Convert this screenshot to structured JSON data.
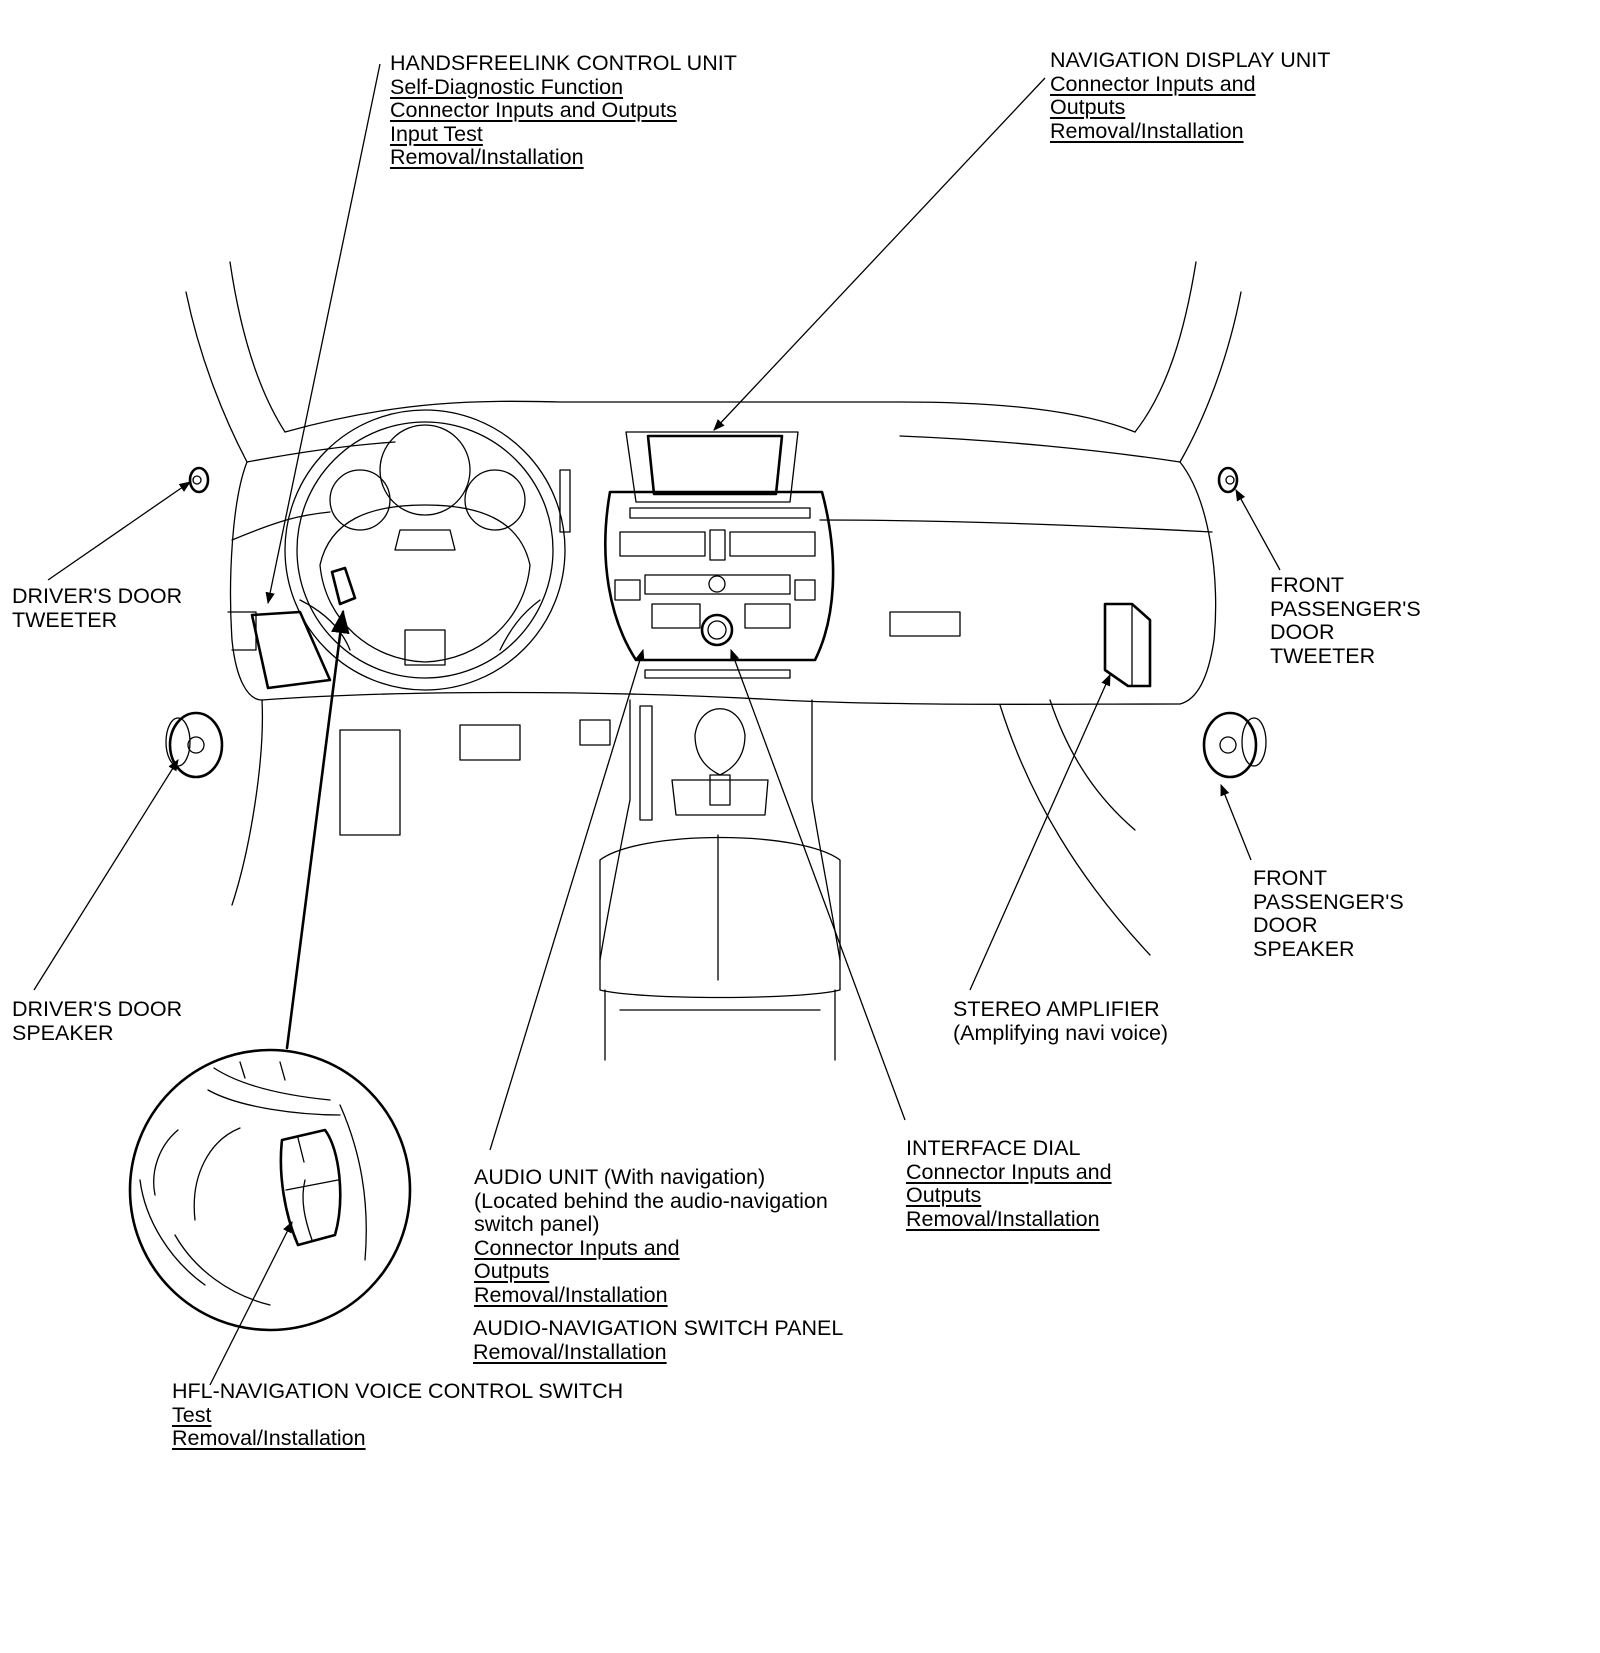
{
  "callouts": {
    "hfl_control_unit": {
      "title": "HANDSFREELINK CONTROL UNIT",
      "links": [
        "Self-Diagnostic Function",
        "Connector Inputs and Outputs",
        "Input Test",
        "Removal/Installation"
      ]
    },
    "nav_display_unit": {
      "title": "NAVIGATION DISPLAY UNIT",
      "links": [
        "Connector Inputs and",
        "Outputs",
        "Removal/Installation"
      ]
    },
    "drivers_door_tweeter": {
      "lines": [
        "DRIVER'S DOOR",
        "TWEETER"
      ]
    },
    "front_pass_door_tweeter": {
      "lines": [
        "FRONT",
        "PASSENGER'S",
        "DOOR",
        "TWEETER"
      ]
    },
    "drivers_door_speaker": {
      "lines": [
        "DRIVER'S DOOR",
        "SPEAKER"
      ]
    },
    "front_pass_door_speaker": {
      "lines": [
        "FRONT",
        "PASSENGER'S",
        "DOOR",
        "SPEAKER"
      ]
    },
    "stereo_amplifier": {
      "lines": [
        "STEREO AMPLIFIER",
        "(Amplifying navi voice)"
      ]
    },
    "interface_dial": {
      "title": "INTERFACE DIAL",
      "links": [
        "Connector Inputs and",
        "Outputs",
        "Removal/Installation"
      ]
    },
    "audio_unit": {
      "lines": [
        "AUDIO UNIT (With navigation)",
        "(Located behind the audio-navigation",
        "switch panel)"
      ],
      "links": [
        "Connector Inputs and",
        "Outputs",
        "Removal/Installation"
      ]
    },
    "audio_nav_switch_panel": {
      "title": "AUDIO-NAVIGATION SWITCH PANEL",
      "links": [
        "Removal/Installation"
      ]
    },
    "hfl_nav_voice_switch": {
      "title": "HFL-NAVIGATION VOICE CONTROL SWITCH",
      "links": [
        "Test",
        "Removal/Installation"
      ]
    }
  }
}
